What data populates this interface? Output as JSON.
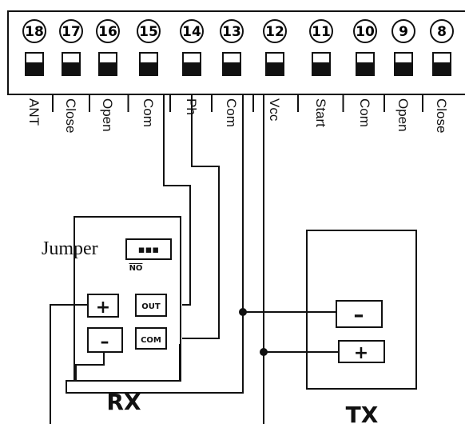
{
  "terminals": [
    {
      "number": "18",
      "label": "ANT"
    },
    {
      "number": "17",
      "label": "Close"
    },
    {
      "number": "16",
      "label": "Open"
    },
    {
      "number": "15",
      "label": "Com"
    },
    {
      "number": "14",
      "label": "Ph"
    },
    {
      "number": "13",
      "label": "Com"
    },
    {
      "number": "12",
      "label": "Vcc"
    },
    {
      "number": "11",
      "label": "Start"
    },
    {
      "number": "10",
      "label": "Com"
    },
    {
      "number": "9",
      "label": "Open"
    },
    {
      "number": "8",
      "label": "Close"
    }
  ],
  "rx": {
    "title": "RX",
    "jumper_label": "Jumper",
    "jumper_dots": "▪▪▪",
    "jumper_position": "NO",
    "plus": "+",
    "minus": "–",
    "out": "OUT",
    "com": "COM"
  },
  "tx": {
    "title": "TX",
    "minus": "–",
    "plus": "+"
  }
}
